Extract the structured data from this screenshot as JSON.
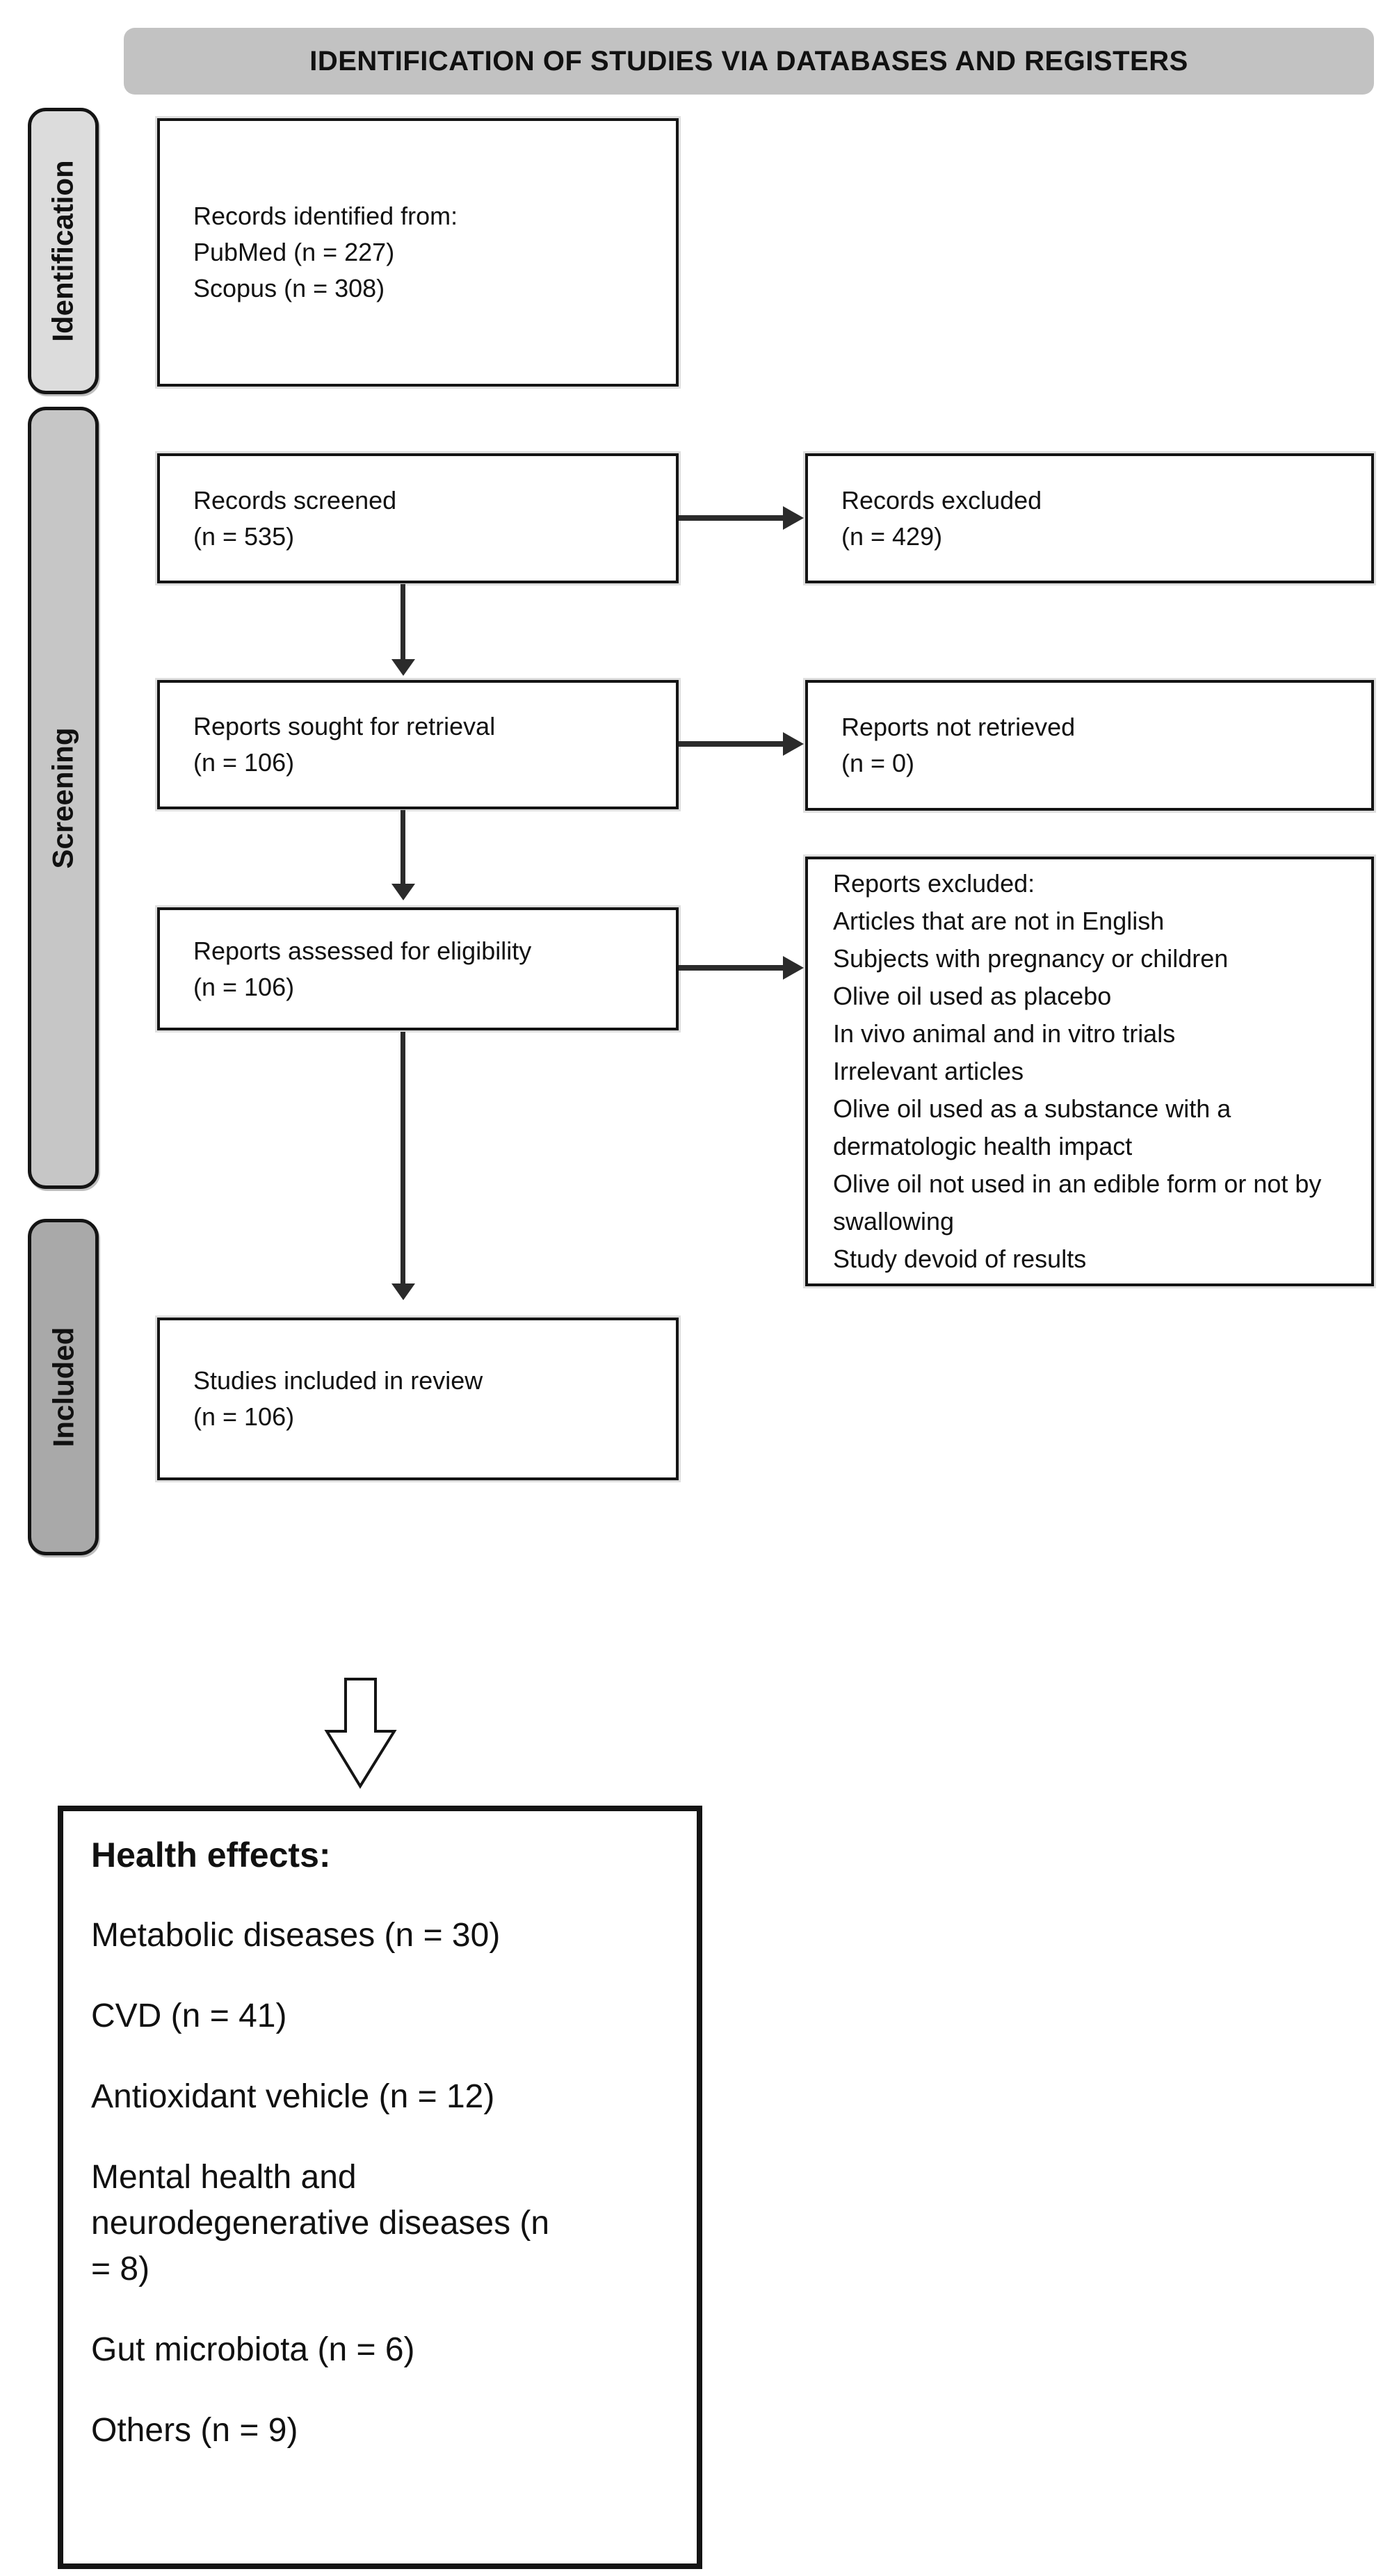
{
  "header": {
    "title": "IDENTIFICATION OF STUDIES VIA DATABASES AND REGISTERS"
  },
  "sidebar": {
    "identification": "Identification",
    "screening": "Screening",
    "included": "Included"
  },
  "boxes": {
    "records_identified": "Records identified from:\nPubMed (n = 227)\nScopus (n = 308)",
    "records_screened": "Records screened\n(n = 535)",
    "records_excluded": "Records excluded\n(n = 429)",
    "reports_sought": "Reports sought for retrieval\n(n = 106)",
    "reports_not_retrieved": "Reports not retrieved\n(n = 0)",
    "reports_assessed": "Reports assessed for eligibility\n(n = 106)",
    "reports_excluded": "Reports excluded:\nArticles that are not in English\nSubjects with pregnancy or children\nOlive oil used as placebo\nIn vivo animal and in vitro trials\nIrrelevant articles\nOlive oil used as a substance with a dermatologic health impact\nOlive oil not used in an edible form or not by swallowing\nStudy devoid of results",
    "studies_included": "Studies included in review\n(n = 106)"
  },
  "health_effects": {
    "title": "Health effects:",
    "items": [
      "Metabolic diseases (n = 30)",
      "CVD (n = 41)",
      "Antioxidant vehicle (n = 12)",
      "Mental health and\nneurodegenerative diseases (n\n= 8)",
      "Gut microbiota (n = 6)",
      "Others (n = 9)"
    ]
  },
  "counts": {
    "pubmed": 227,
    "scopus": 308,
    "records_screened": 535,
    "records_excluded": 429,
    "reports_sought": 106,
    "reports_not_retrieved": 0,
    "reports_assessed": 106,
    "studies_included": 106,
    "metabolic_diseases": 30,
    "cvd": 41,
    "antioxidant_vehicle": 12,
    "mental_health_neurodegenerative": 8,
    "gut_microbiota": 6,
    "others": 9
  },
  "colors": {
    "canvas_bg": "#ffffff",
    "header_bar_fill": "#c2c2c2",
    "stage_identification_fill": "#dcdcdc",
    "stage_screening_fill": "#c6c6c6",
    "stage_included_fill": "#a9a9a9",
    "box_border": "#141414",
    "arrow": "#2b2b2b",
    "text": "#111111"
  }
}
